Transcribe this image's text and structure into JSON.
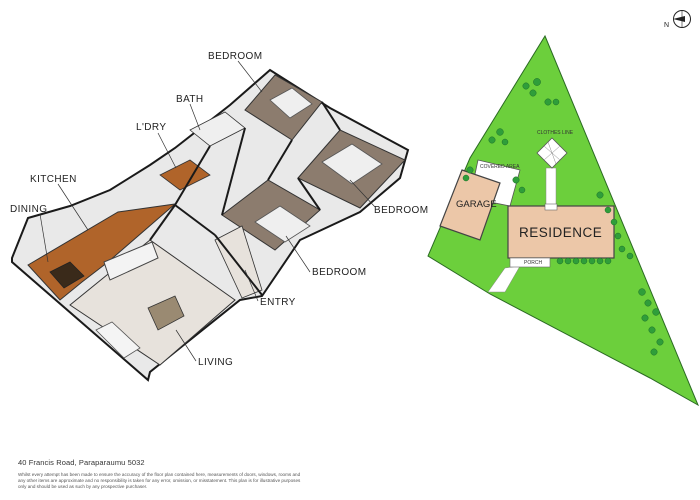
{
  "floor_plan": {
    "room_labels": {
      "dining": "DINING",
      "kitchen": "KITCHEN",
      "laundry": "L'DRY",
      "bath": "BATH",
      "bedroom_top": "BEDROOM",
      "bedroom_right": "BEDROOM",
      "bedroom_lower": "BEDROOM",
      "entry": "ENTRY",
      "living": "LIVING"
    }
  },
  "site_plan": {
    "north_label": "N",
    "garage": "GARAGE",
    "residence": "RESIDENCE",
    "covered_area": "COVERED AREA",
    "clothes_line": "CLOTHES LINE",
    "porch": "PORCH",
    "colors": {
      "lawn": "#6ccf3c",
      "building": "#ecc7a8",
      "paving": "#ffffff",
      "tree": "#2f9e3a"
    }
  },
  "footer": {
    "address": "40 Francis Road, Paraparaumu 5032",
    "disclaimer": "Whilst every attempt has been made to ensure the accuracy of the floor plan contained here, measurements of doors, windows, rooms and any other items are approximate and no responsibility is taken for any error, omission, or misstatement. This plan is for illustrative purposes only and should be used as such by any prospective purchaser."
  }
}
